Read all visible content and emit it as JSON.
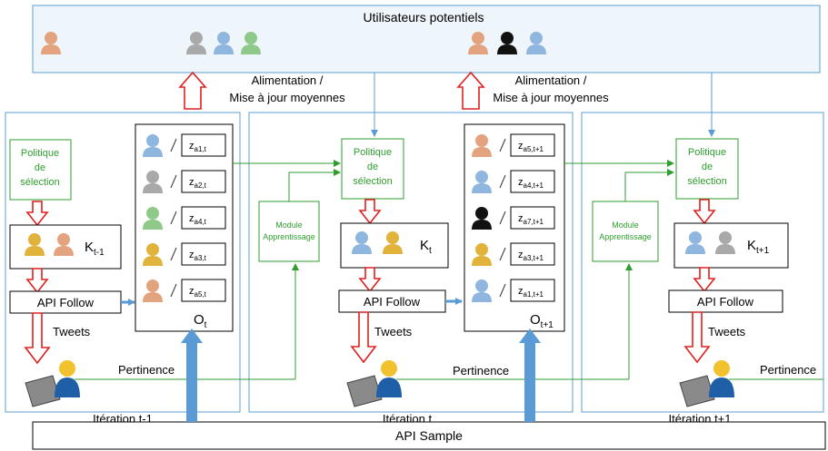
{
  "top": {
    "title": "Utilisateurs potentiels"
  },
  "feed": {
    "line1": "Alimentation /",
    "line2": "Mise à jour moyennes"
  },
  "policy": {
    "line1": "Politique",
    "line2": "de",
    "line3": "sélection"
  },
  "module": {
    "line1": "Module",
    "line2": "Apprentissage"
  },
  "api_follow": "API Follow",
  "api_sample": "API Sample",
  "tweets": "Tweets",
  "pertinence": "Pertinence",
  "K": {
    "base": "K",
    "sub_prev": "t-1",
    "sub_cur": "t",
    "sub_next": "t+1"
  },
  "O": {
    "base": "O",
    "sub_cur": "t",
    "sub_next": "t+1"
  },
  "z": {
    "base": "z"
  },
  "iterations": [
    "Itération t-1",
    "Itération t",
    "Itération t+1"
  ],
  "obs_t_subs": [
    "a1,t",
    "a2,t",
    "a4,t",
    "a3,t",
    "a5,t"
  ],
  "obs_t1_subs": [
    "a5,t+1",
    "a4,t+1",
    "a7,t+1",
    "a3,t+1",
    "a1,t+1"
  ],
  "colors": {
    "panel_border": "#5a9fd4",
    "top_fill": "#eef5fb",
    "green": "#2f9e2f",
    "red_arrow": "#e02020",
    "blue_arrow": "#5b9bd5"
  }
}
